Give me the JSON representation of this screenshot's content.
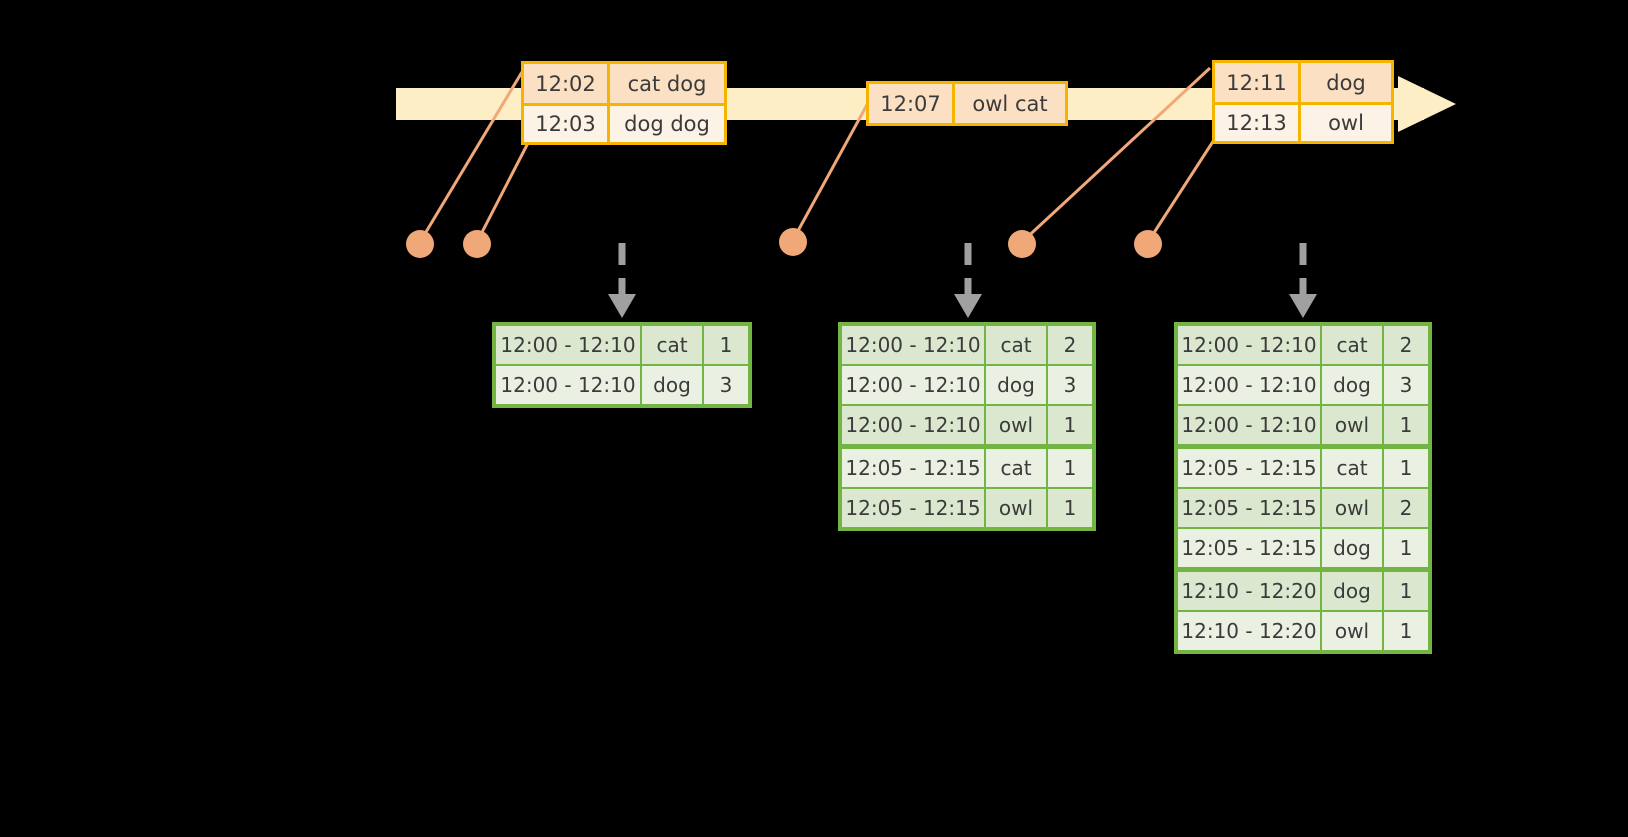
{
  "colors": {
    "timeline_band": "#fdeec5",
    "event_border": "#f5b400",
    "event_fill_dark": "#fbe0c4",
    "event_fill_light": "#fdf2e6",
    "connector": "#f0a878",
    "table_border": "#72b543",
    "table_row_dark": "#dbe7ce",
    "table_row_light": "#eaf1e3",
    "arrow_gray": "#a0a0a0",
    "background": "#000000"
  },
  "timeline": {
    "name": "event-stream-timeline",
    "event_groups": [
      {
        "id": "group-1",
        "events": [
          {
            "time": "12:02",
            "value": "cat dog"
          },
          {
            "time": "12:03",
            "value": "dog dog"
          }
        ]
      },
      {
        "id": "group-2",
        "events": [
          {
            "time": "12:07",
            "value": "owl cat"
          }
        ]
      },
      {
        "id": "group-3",
        "events": [
          {
            "time": "12:11",
            "value": "dog"
          },
          {
            "time": "12:13",
            "value": "owl"
          }
        ]
      }
    ]
  },
  "tables": [
    {
      "id": "result-table-1",
      "rows": [
        {
          "window": "12:00 - 12:10",
          "key": "cat",
          "count": "1"
        },
        {
          "window": "12:00 - 12:10",
          "key": "dog",
          "count": "3"
        }
      ]
    },
    {
      "id": "result-table-2",
      "rows": [
        {
          "window": "12:00 - 12:10",
          "key": "cat",
          "count": "2"
        },
        {
          "window": "12:00 - 12:10",
          "key": "dog",
          "count": "3"
        },
        {
          "window": "12:00 - 12:10",
          "key": "owl",
          "count": "1"
        },
        {
          "window": "12:05 - 12:15",
          "key": "cat",
          "count": "1"
        },
        {
          "window": "12:05 - 12:15",
          "key": "owl",
          "count": "1"
        }
      ]
    },
    {
      "id": "result-table-3",
      "rows": [
        {
          "window": "12:00 - 12:10",
          "key": "cat",
          "count": "2"
        },
        {
          "window": "12:00 - 12:10",
          "key": "dog",
          "count": "3"
        },
        {
          "window": "12:00 - 12:10",
          "key": "owl",
          "count": "1"
        },
        {
          "window": "12:05 - 12:15",
          "key": "cat",
          "count": "1"
        },
        {
          "window": "12:05 - 12:15",
          "key": "owl",
          "count": "2"
        },
        {
          "window": "12:05 - 12:15",
          "key": "dog",
          "count": "1"
        },
        {
          "window": "12:10 - 12:20",
          "key": "dog",
          "count": "1"
        },
        {
          "window": "12:10 - 12:20",
          "key": "owl",
          "count": "1"
        }
      ]
    }
  ]
}
